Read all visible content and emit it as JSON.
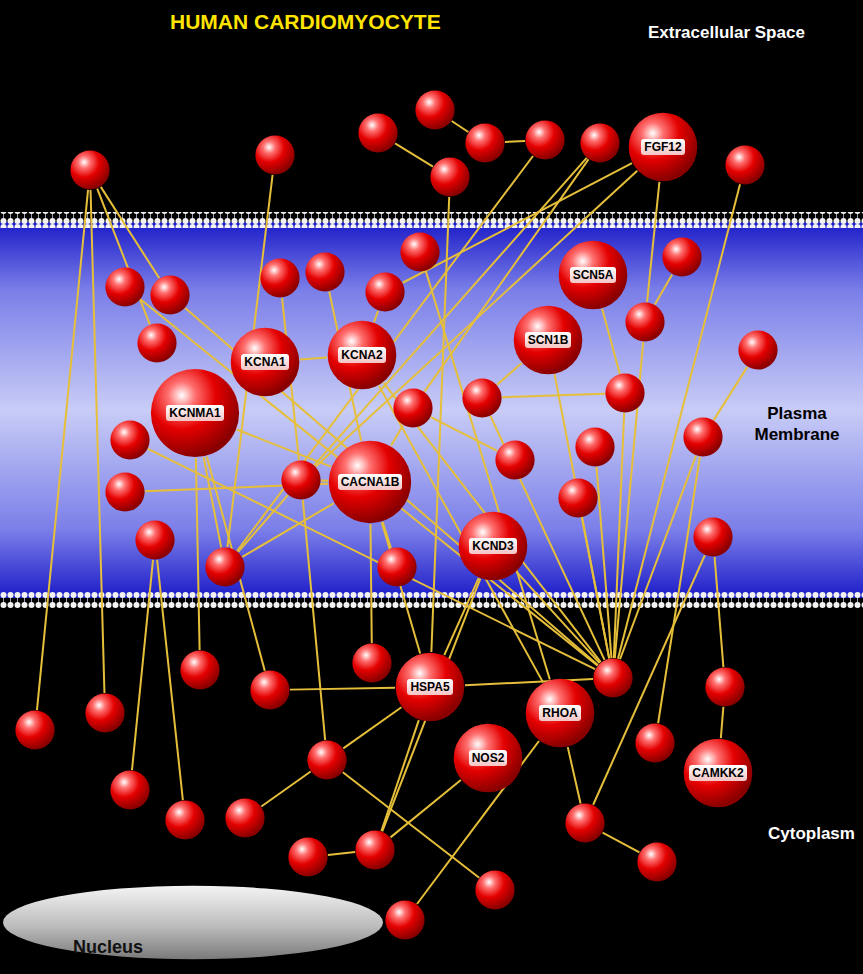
{
  "diagram": {
    "title": "HUMAN CARDIOMYOCYTE",
    "nodes": [
      {
        "text": []
      },
      {
        "text": []
      },
      {
        "text": []
      },
      {
        "text": []
      },
      {
        "text": []
      },
      {
        "text": []
      },
      {
        "text": []
      },
      {
        "text": []
      },
      {
        "text": [
          "FGF12"
        ]
      },
      {
        "text": []
      },
      {
        "text": []
      },
      {
        "text": []
      },
      {
        "text": []
      },
      {
        "text": []
      },
      {
        "text": []
      },
      {
        "text": []
      },
      {
        "text": [
          "SCN5A"
        ]
      },
      {
        "text": []
      },
      {
        "text": []
      },
      {
        "text": [
          "KCNA1"
        ]
      },
      {
        "text": [
          "KCNA2"
        ]
      },
      {
        "text": [
          "SCN1B"
        ]
      },
      {
        "text": []
      },
      {
        "text": []
      },
      {
        "text": [
          "KCNMA1"
        ]
      },
      {
        "text": []
      },
      {
        "text": []
      },
      {
        "text": []
      },
      {
        "text": []
      },
      {
        "text": []
      },
      {
        "text": []
      },
      {
        "text": [
          "CACNA1B"
        ]
      },
      {
        "text": []
      },
      {
        "text": []
      },
      {
        "text": []
      },
      {
        "text": []
      },
      {
        "text": [
          "KCND3"
        ]
      },
      {
        "text": []
      },
      {
        "text": []
      },
      {
        "text": []
      },
      {
        "text": []
      },
      {
        "text": []
      },
      {
        "text": []
      },
      {
        "text": [
          "HSPA5"
        ]
      },
      {
        "text": []
      },
      {
        "text": []
      },
      {
        "text": []
      },
      {
        "text": []
      },
      {
        "text": []
      },
      {
        "text": [
          "RHOA"
        ]
      },
      {
        "text": []
      },
      {
        "text": []
      },
      {
        "text": [
          "NOS2"
        ]
      },
      {
        "text": [
          "CAMKK2"
        ]
      },
      {
        "text": []
      },
      {
        "text": []
      },
      {
        "text": []
      },
      {
        "text": []
      },
      {
        "text": []
      },
      {
        "text": []
      },
      {
        "text": []
      },
      {
        "text": []
      },
      {
        "text": []
      },
      {
        "text": [
          "Nucleus"
        ]
      }
    ],
    "edges": [
      {
        "from": 0,
        "to": 48,
        "arrow": "none"
      },
      {
        "from": 0,
        "to": 47,
        "arrow": "none"
      },
      {
        "from": 0,
        "to": 18,
        "arrow": "none"
      },
      {
        "from": 0,
        "to": 11,
        "arrow": "none"
      },
      {
        "from": 1,
        "to": 39,
        "arrow": "none"
      },
      {
        "from": 3,
        "to": 4,
        "arrow": "none"
      },
      {
        "from": 4,
        "to": 5,
        "arrow": "none"
      },
      {
        "from": 2,
        "to": 6,
        "arrow": "none"
      },
      {
        "from": 6,
        "to": 43,
        "arrow": "none"
      },
      {
        "from": 7,
        "to": 27,
        "arrow": "none"
      },
      {
        "from": 7,
        "to": 32,
        "arrow": "none"
      },
      {
        "from": 8,
        "to": 32,
        "arrow": "none"
      },
      {
        "from": 8,
        "to": 22,
        "arrow": "none"
      },
      {
        "from": 8,
        "to": 17,
        "arrow": "none"
      },
      {
        "from": 9,
        "to": 44,
        "arrow": "none"
      },
      {
        "from": 5,
        "to": 39,
        "arrow": "none"
      },
      {
        "from": 14,
        "to": 49,
        "arrow": "none"
      },
      {
        "from": 10,
        "to": 44,
        "arrow": "none"
      },
      {
        "from": 11,
        "to": 44,
        "arrow": "none"
      },
      {
        "from": 17,
        "to": 20,
        "arrow": "none"
      },
      {
        "from": 19,
        "to": 20,
        "arrow": "none"
      },
      {
        "from": 20,
        "to": 49,
        "arrow": "none"
      },
      {
        "from": 20,
        "to": 44,
        "arrow": "none"
      },
      {
        "from": 21,
        "to": 25,
        "arrow": "none"
      },
      {
        "from": 21,
        "to": 44,
        "arrow": "none"
      },
      {
        "from": 22,
        "to": 15,
        "arrow": "none"
      },
      {
        "from": 22,
        "to": 44,
        "arrow": "none"
      },
      {
        "from": 24,
        "to": 31,
        "arrow": "none"
      },
      {
        "from": 24,
        "to": 39,
        "arrow": "none"
      },
      {
        "from": 24,
        "to": 41,
        "arrow": "none"
      },
      {
        "from": 24,
        "to": 46,
        "arrow": "none"
      },
      {
        "from": 25,
        "to": 26,
        "arrow": "none"
      },
      {
        "from": 25,
        "to": 44,
        "arrow": "none"
      },
      {
        "from": 27,
        "to": 31,
        "arrow": "none"
      },
      {
        "from": 28,
        "to": 44,
        "arrow": "none"
      },
      {
        "from": 29,
        "to": 44,
        "arrow": "none"
      },
      {
        "from": 30,
        "to": 44,
        "arrow": "none"
      },
      {
        "from": 33,
        "to": 27,
        "arrow": "none"
      },
      {
        "from": 31,
        "to": 32,
        "arrow": "none"
      },
      {
        "from": 31,
        "to": 34,
        "arrow": "none"
      },
      {
        "from": 31,
        "to": 39,
        "arrow": "none"
      },
      {
        "from": 31,
        "to": 40,
        "arrow": "none"
      },
      {
        "from": 31,
        "to": 43,
        "arrow": "none"
      },
      {
        "from": 31,
        "to": 42,
        "arrow": "none"
      },
      {
        "from": 32,
        "to": 39,
        "arrow": "none"
      },
      {
        "from": 32,
        "to": 51,
        "arrow": "none"
      },
      {
        "from": 36,
        "to": 43,
        "arrow": "none"
      },
      {
        "from": 36,
        "to": 44,
        "arrow": "none"
      },
      {
        "from": 36,
        "to": 58,
        "arrow": "none"
      },
      {
        "from": 37,
        "to": 54,
        "arrow": "none"
      },
      {
        "from": 37,
        "to": 56,
        "arrow": "none"
      },
      {
        "from": 38,
        "to": 45,
        "arrow": "none"
      },
      {
        "from": 38,
        "to": 55,
        "arrow": "none"
      },
      {
        "from": 45,
        "to": 53,
        "arrow": "none"
      },
      {
        "from": 43,
        "to": 44,
        "arrow": "none"
      },
      {
        "from": 43,
        "to": 58,
        "arrow": "none"
      },
      {
        "from": 43,
        "to": 51,
        "arrow": "none"
      },
      {
        "from": 49,
        "to": 62,
        "arrow": "none"
      },
      {
        "from": 49,
        "to": 55,
        "arrow": "none"
      },
      {
        "from": 55,
        "to": 60,
        "arrow": "none"
      },
      {
        "from": 51,
        "to": 57,
        "arrow": "none"
      },
      {
        "from": 51,
        "to": 61,
        "arrow": "none"
      },
      {
        "from": 58,
        "to": 59,
        "arrow": "none"
      },
      {
        "from": 46,
        "to": 43,
        "arrow": "none"
      },
      {
        "from": 35,
        "to": 44,
        "arrow": "none"
      },
      {
        "from": 26,
        "to": 44,
        "arrow": "none"
      },
      {
        "from": 13,
        "to": 31,
        "arrow": "none"
      },
      {
        "from": 23,
        "to": 29,
        "arrow": "none"
      },
      {
        "from": 12,
        "to": 32,
        "arrow": "none"
      },
      {
        "from": 29,
        "to": 50,
        "arrow": "none"
      },
      {
        "from": 52,
        "to": 58,
        "arrow": "none"
      },
      {
        "from": 16,
        "to": 26,
        "arrow": "none"
      }
    ],
    "labels": [
      "Extracellular Space",
      "Plasma Membrane",
      "Cytoplasm"
    ]
  }
}
